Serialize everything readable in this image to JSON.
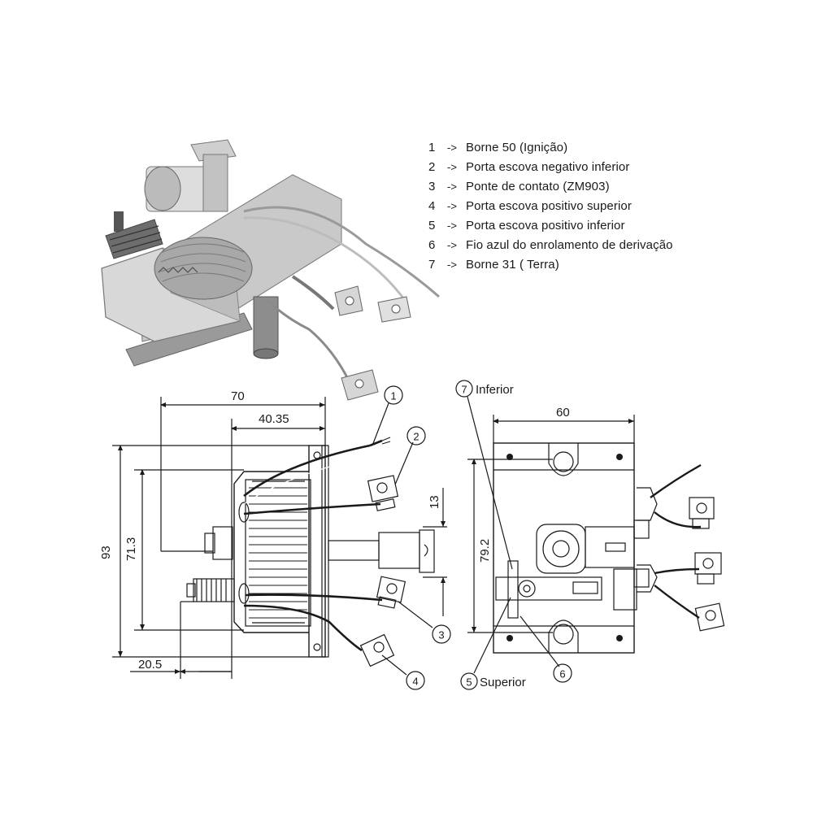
{
  "legend": [
    {
      "number": "1",
      "arrow": "->",
      "text": "Borne 50 (Ignição)"
    },
    {
      "number": "2",
      "arrow": "->",
      "text": "Porta escova negativo inferior"
    },
    {
      "number": "3",
      "arrow": "->",
      "text": "Ponte de contato (ZM903)"
    },
    {
      "number": "4",
      "arrow": "->",
      "text": "Porta escova positivo superior"
    },
    {
      "number": "5",
      "arrow": "->",
      "text": "Porta escova positivo inferior"
    },
    {
      "number": "6",
      "arrow": "->",
      "text": "Fio azul do enrolamento de derivação"
    },
    {
      "number": "7",
      "arrow": "->",
      "text": "Borne 31 ( Terra)"
    }
  ],
  "side_view": {
    "dimensions": {
      "width_total": "70",
      "width_partial": "40.35",
      "height_total": "93",
      "height_inner": "71.3",
      "plunger": "13",
      "offset_bottom": "20.5"
    },
    "callouts": [
      "1",
      "2",
      "3",
      "4"
    ]
  },
  "front_view": {
    "dimensions": {
      "width": "60",
      "height": "79.2"
    },
    "callouts": [
      "7",
      "5",
      "6"
    ],
    "labels": {
      "inferior": "Inferior",
      "superior": "Superior"
    }
  },
  "colors": {
    "line": "#1a1a1a",
    "photo_metal": "#b9b9b9",
    "photo_dark": "#555555"
  }
}
